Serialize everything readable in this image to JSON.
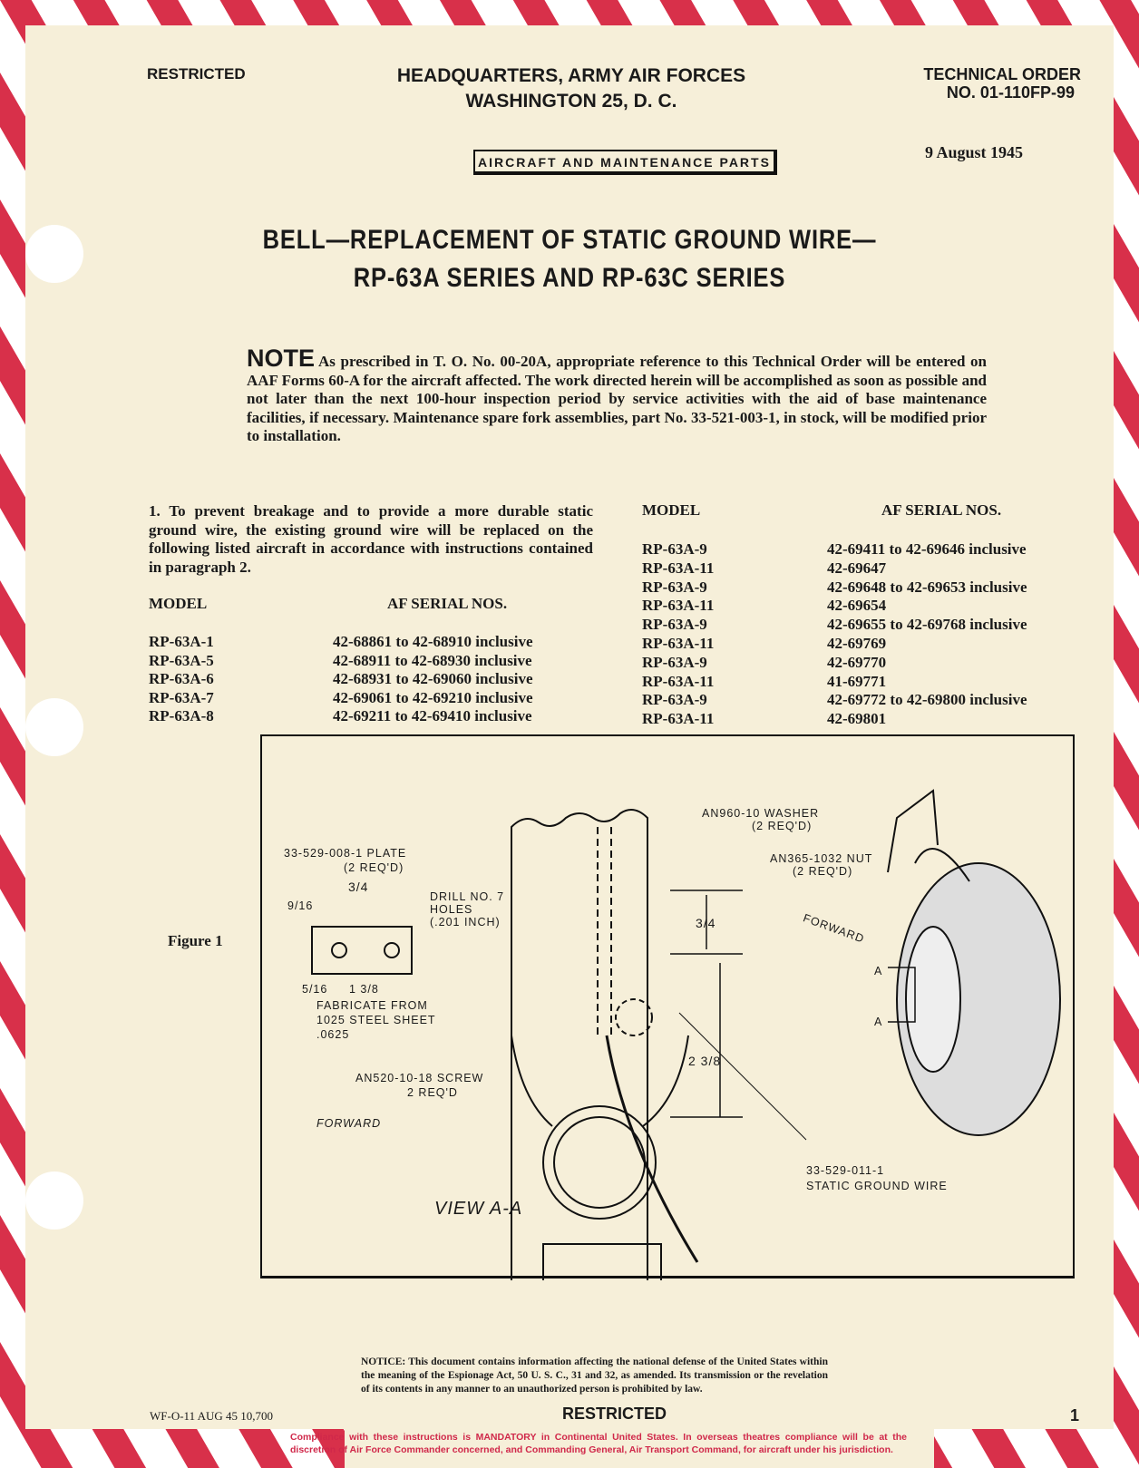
{
  "header": {
    "classification": "RESTRICTED",
    "hq_line1": "HEADQUARTERS, ARMY AIR FORCES",
    "hq_line2": "WASHINGTON 25, D. C.",
    "to_label": "TECHNICAL ORDER",
    "to_number": "NO. 01-110FP-99",
    "category": "AIRCRAFT AND MAINTENANCE PARTS",
    "date": "9 August 1945"
  },
  "title": {
    "line1": "BELL—REPLACEMENT OF STATIC GROUND WIRE—",
    "line2": "RP-63A SERIES AND RP-63C SERIES"
  },
  "note": {
    "label": "NOTE",
    "text": "As prescribed in T. O. No. 00-20A, appropriate reference to this Technical Order will be entered on AAF Forms 60-A for the aircraft affected. The work directed herein will be accomplished as soon as possible and not later than the next 100-hour inspection period by service activities with the aid of base maintenance facilities, if necessary. Maintenance spare fork assemblies, part No. 33-521-003-1, in stock, will be modified prior to installation."
  },
  "paragraph1": "1. To prevent breakage and to provide a more durable static ground wire, the existing ground wire will be replaced on the following listed aircraft in accordance with instructions contained in paragraph 2.",
  "table_left": {
    "headers": [
      "MODEL",
      "AF SERIAL NOS."
    ],
    "rows": [
      [
        "RP-63A-1",
        "42-68861 to 42-68910 inclusive"
      ],
      [
        "RP-63A-5",
        "42-68911 to 42-68930 inclusive"
      ],
      [
        "RP-63A-6",
        "42-68931 to 42-69060 inclusive"
      ],
      [
        "RP-63A-7",
        "42-69061 to 42-69210 inclusive"
      ],
      [
        "RP-63A-8",
        "42-69211 to 42-69410 inclusive"
      ]
    ]
  },
  "table_right": {
    "headers": [
      "MODEL",
      "AF SERIAL NOS."
    ],
    "rows": [
      [
        "RP-63A-9",
        "42-69411 to 42-69646 inclusive"
      ],
      [
        "RP-63A-11",
        "42-69647"
      ],
      [
        "RP-63A-9",
        "42-69648 to 42-69653 inclusive"
      ],
      [
        "RP-63A-11",
        "42-69654"
      ],
      [
        "RP-63A-9",
        "42-69655 to 42-69768 inclusive"
      ],
      [
        "RP-63A-11",
        "42-69769"
      ],
      [
        "RP-63A-9",
        "42-69770"
      ],
      [
        "RP-63A-11",
        "41-69771"
      ],
      [
        "RP-63A-9",
        "42-69772 to 42-69800 inclusive"
      ],
      [
        "RP-63A-11",
        "42-69801"
      ]
    ]
  },
  "figure": {
    "caption": "Figure 1",
    "labels": {
      "plate": "33-529-008-1 PLATE",
      "plate_req": "(2 REQ'D)",
      "drill": "DRILL NO. 7",
      "holes": "HOLES",
      "hole_size": "(.201 INCH)",
      "dim_34": "3/4",
      "dim_916": "9/16",
      "dim_516": "5/16",
      "dim_138": "1 3/8",
      "fab1": "FABRICATE FROM",
      "fab2": "1025 STEEL SHEET",
      "fab3": ".0625",
      "washer": "AN960-10 WASHER",
      "washer_req": "(2 REQ'D)",
      "nut": "AN365-1032 NUT",
      "nut_req": "(2 REQ'D)",
      "dim_34b": "3/4",
      "dim_238": "2 3/8",
      "screw": "AN520-10-18 SCREW",
      "screw_req": "2 REQ'D",
      "forward_left": "FORWARD",
      "forward_right": "FORWARD",
      "wire": "33-529-011-1",
      "wire2": "STATIC GROUND WIRE",
      "view": "VIEW A-A",
      "a1": "A",
      "a2": "A"
    }
  },
  "footer": {
    "notice": "NOTICE: This document contains information affecting the national defense of the United States within the meaning of the Espionage Act, 50 U. S. C., 31 and 32, as amended. Its transmission or the revelation of its contents in any manner to an unauthorized person is prohibited by law.",
    "print_code": "WF-O-11 AUG 45 10,700",
    "classification": "RESTRICTED",
    "page": "1",
    "compliance": "Compliance with these instructions is MANDATORY in Continental United States. In overseas theatres compliance will be at the discretion of Air Force Commander concerned, and Commanding General, Air Transport Command, for aircraft under his jurisdiction."
  },
  "colors": {
    "paper": "#f6efd9",
    "stripe": "#d8304a",
    "compliance_text": "#d0284a"
  }
}
